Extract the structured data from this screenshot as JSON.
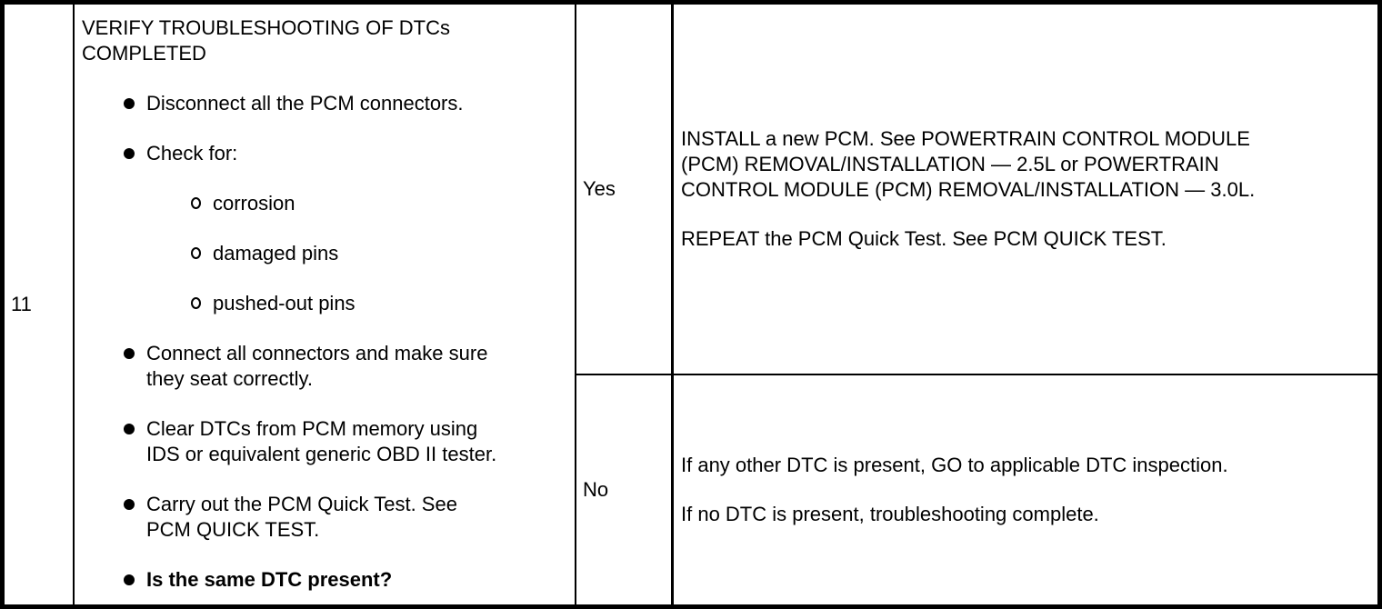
{
  "colors": {
    "background": "#ffffff",
    "text": "#000000",
    "border": "#000000"
  },
  "step": {
    "number": "11"
  },
  "procedure": {
    "title": "VERIFY TROUBLESHOOTING OF DTCs\nCOMPLETED",
    "items": [
      {
        "level": 1,
        "text": "Disconnect all the PCM connectors."
      },
      {
        "level": 1,
        "text": "Check for:"
      },
      {
        "level": 2,
        "text": "corrosion"
      },
      {
        "level": 2,
        "text": "damaged pins"
      },
      {
        "level": 2,
        "text": "pushed-out pins"
      },
      {
        "level": 1,
        "text": "Connect all connectors and make sure\nthey seat correctly."
      },
      {
        "level": 1,
        "text": "Clear DTCs from PCM memory using\nIDS or equivalent generic OBD II tester."
      },
      {
        "level": 1,
        "text": "Carry out the PCM Quick Test. See\nPCM QUICK TEST."
      },
      {
        "level": 1,
        "text": "Is the same DTC present?",
        "bold": true
      }
    ]
  },
  "results": {
    "yes": {
      "label": "Yes",
      "paragraphs": [
        "INSTALL a new PCM. See POWERTRAIN CONTROL MODULE\n(PCM) REMOVAL/INSTALLATION — 2.5L or POWERTRAIN\nCONTROL MODULE (PCM) REMOVAL/INSTALLATION — 3.0L.",
        "REPEAT the PCM Quick Test. See PCM QUICK TEST."
      ]
    },
    "no": {
      "label": "No",
      "paragraphs": [
        "If any other DTC is present, GO to applicable DTC inspection.",
        "If no DTC is present, troubleshooting complete."
      ]
    }
  }
}
